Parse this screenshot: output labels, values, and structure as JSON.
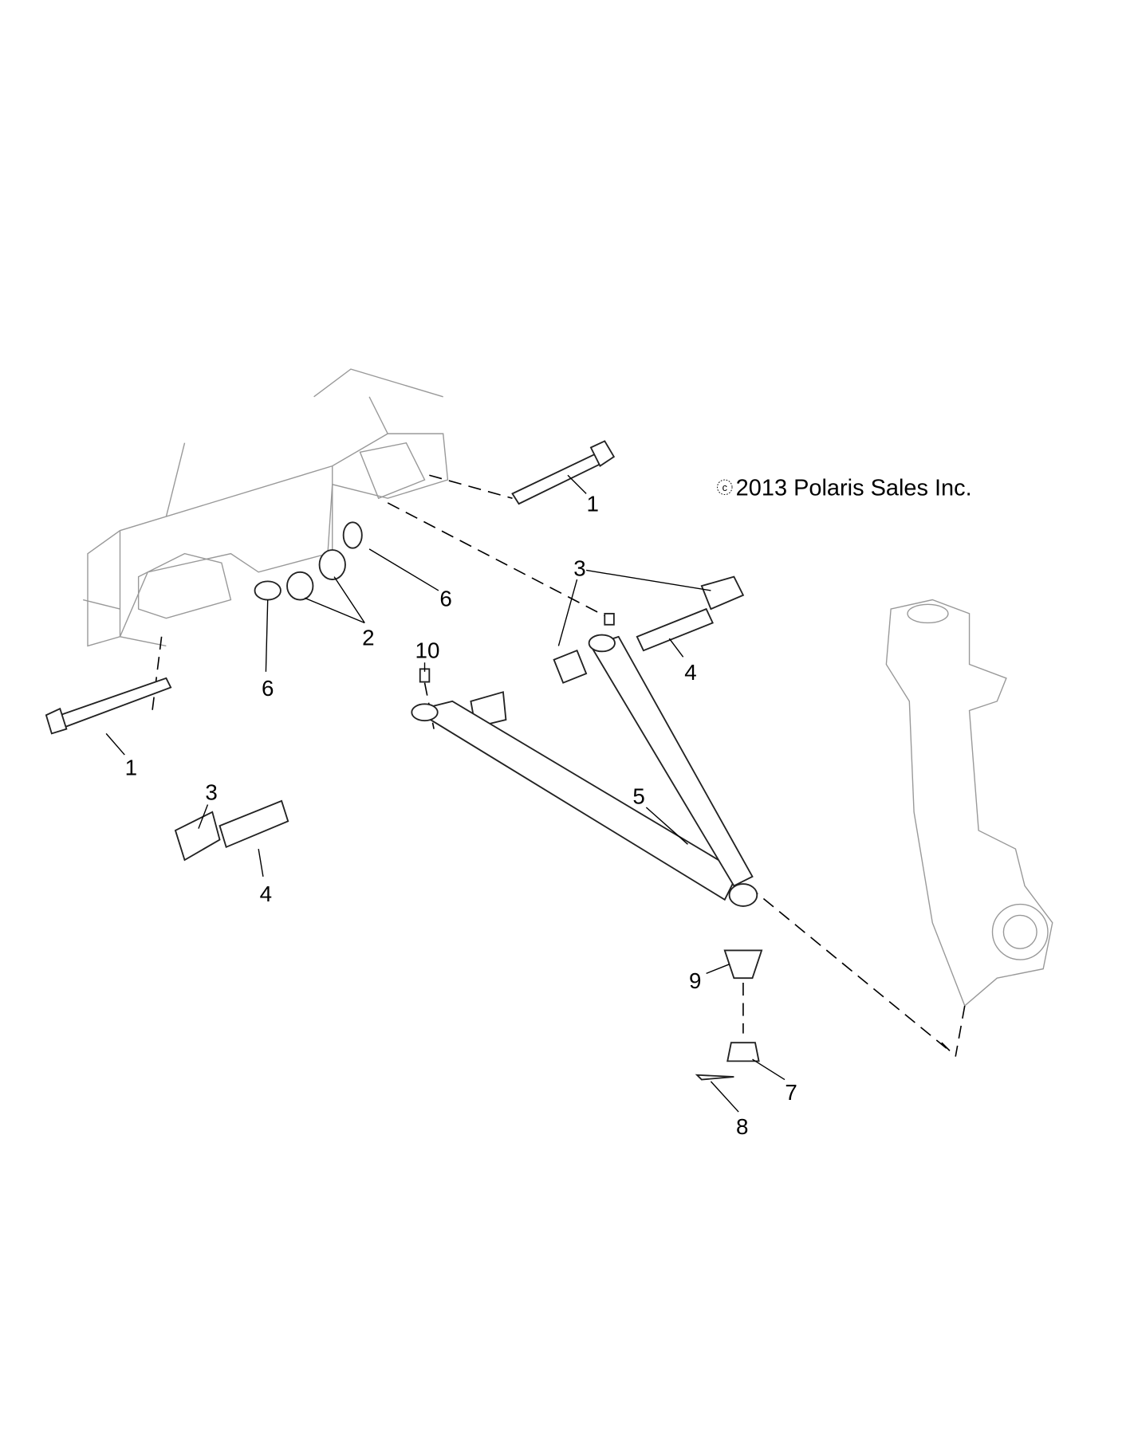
{
  "copyright": "2013 Polaris Sales Inc.",
  "copyright_symbol": "c",
  "callouts": {
    "bolt_upper": "1",
    "bolt_lower": "1",
    "nut": "2",
    "bushing_upper": "3",
    "bushing_lower": "3",
    "sleeve_upper": "4",
    "sleeve_lower": "4",
    "a_arm": "5",
    "washer_upper": "6",
    "washer_lower": "6",
    "castle_nut": "7",
    "cotter_pin": "8",
    "ball_joint_boot": "9",
    "grease_fitting": "10"
  }
}
